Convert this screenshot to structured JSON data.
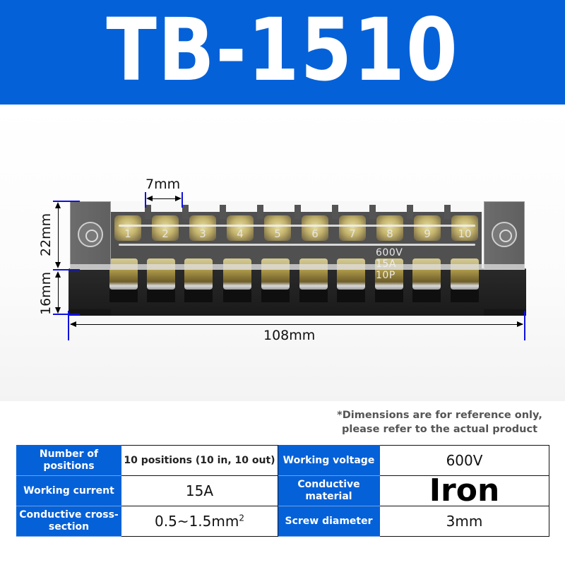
{
  "header": {
    "title": "TB-1510",
    "background_color": "#0561d8"
  },
  "diagram": {
    "terminal_numbers": [
      "1",
      "2",
      "3",
      "4",
      "5",
      "6",
      "7",
      "8",
      "9",
      "10"
    ],
    "rating_label": "600V 15A 10P",
    "dimensions": {
      "pitch": "7mm",
      "cover_height": "22mm",
      "base_height": "16mm",
      "length": "108mm"
    }
  },
  "note": {
    "text": "*Dimensions are for reference only, please refer to the actual product"
  },
  "spec_table": {
    "rows": [
      {
        "label1": "Number of positions",
        "value1": "10 positions (10 in, 10 out)",
        "label2": "Working voltage",
        "value2": "600V"
      },
      {
        "label1": "Working current",
        "value1": "15A",
        "label2": "Conductive material",
        "value2": "Iron"
      },
      {
        "label1": "Conductive cross-section",
        "value1": "0.5~1.5mm",
        "value1_superscript": "2",
        "label2": "Screw diameter",
        "value2": "3mm"
      }
    ]
  }
}
